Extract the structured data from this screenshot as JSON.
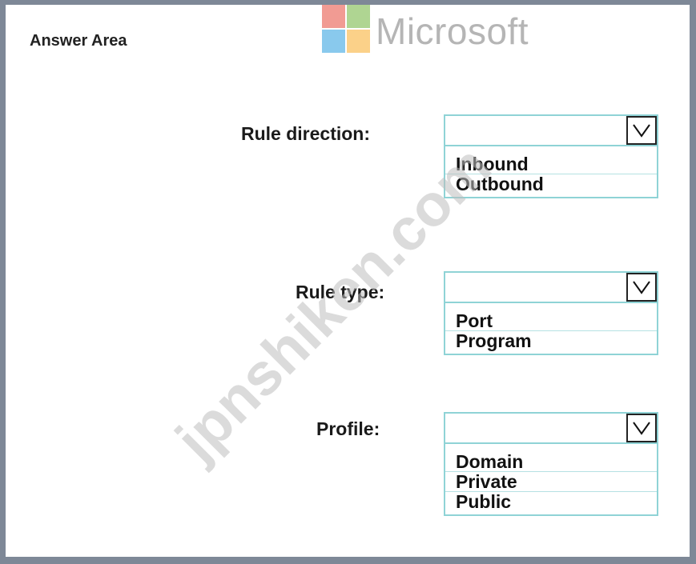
{
  "header": {
    "answer_area": "Answer Area",
    "brand": "Microsoft",
    "brand_colors": [
      "#f25022",
      "#7fba00",
      "#00a4ef",
      "#ffb900"
    ]
  },
  "watermark": "jpnshiken.com",
  "questions": [
    {
      "label": "Rule direction:",
      "options": [
        "Inbound",
        "Outbound"
      ]
    },
    {
      "label": "Rule type:",
      "options": [
        "Port",
        "Program"
      ]
    },
    {
      "label": "Profile:",
      "options": [
        "Domain",
        "Private",
        "Public"
      ]
    }
  ],
  "icons": {
    "dropdown": "chevron-down-icon",
    "logo": "microsoft-logo-icon"
  }
}
